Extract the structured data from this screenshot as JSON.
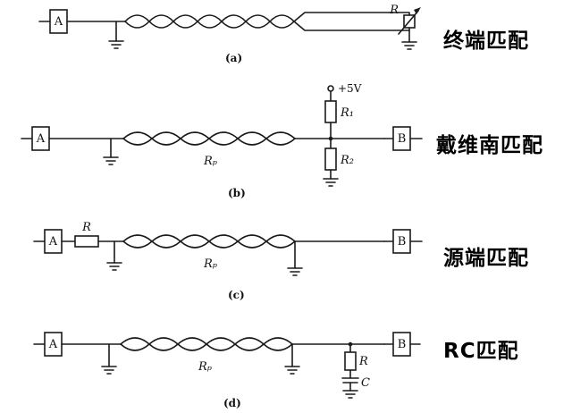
{
  "circuits": {
    "a": {
      "caption": "(a)",
      "label": "终端匹配",
      "driver": "A",
      "terminator_r": "R"
    },
    "b": {
      "caption": "(b)",
      "label": "戴维南匹配",
      "driver": "A",
      "receiver": "B",
      "supply": "+5V",
      "r1": "R₁",
      "r2": "R₂",
      "pair_r": "Rₚ"
    },
    "c": {
      "caption": "(c)",
      "label": "源端匹配",
      "driver": "A",
      "receiver": "B",
      "series_r": "R",
      "pair_r": "Rₚ"
    },
    "d": {
      "caption": "(d)",
      "label": "RC匹配",
      "driver": "A",
      "receiver": "B",
      "shunt_r": "R",
      "shunt_c": "C",
      "pair_r": "Rₚ"
    }
  }
}
